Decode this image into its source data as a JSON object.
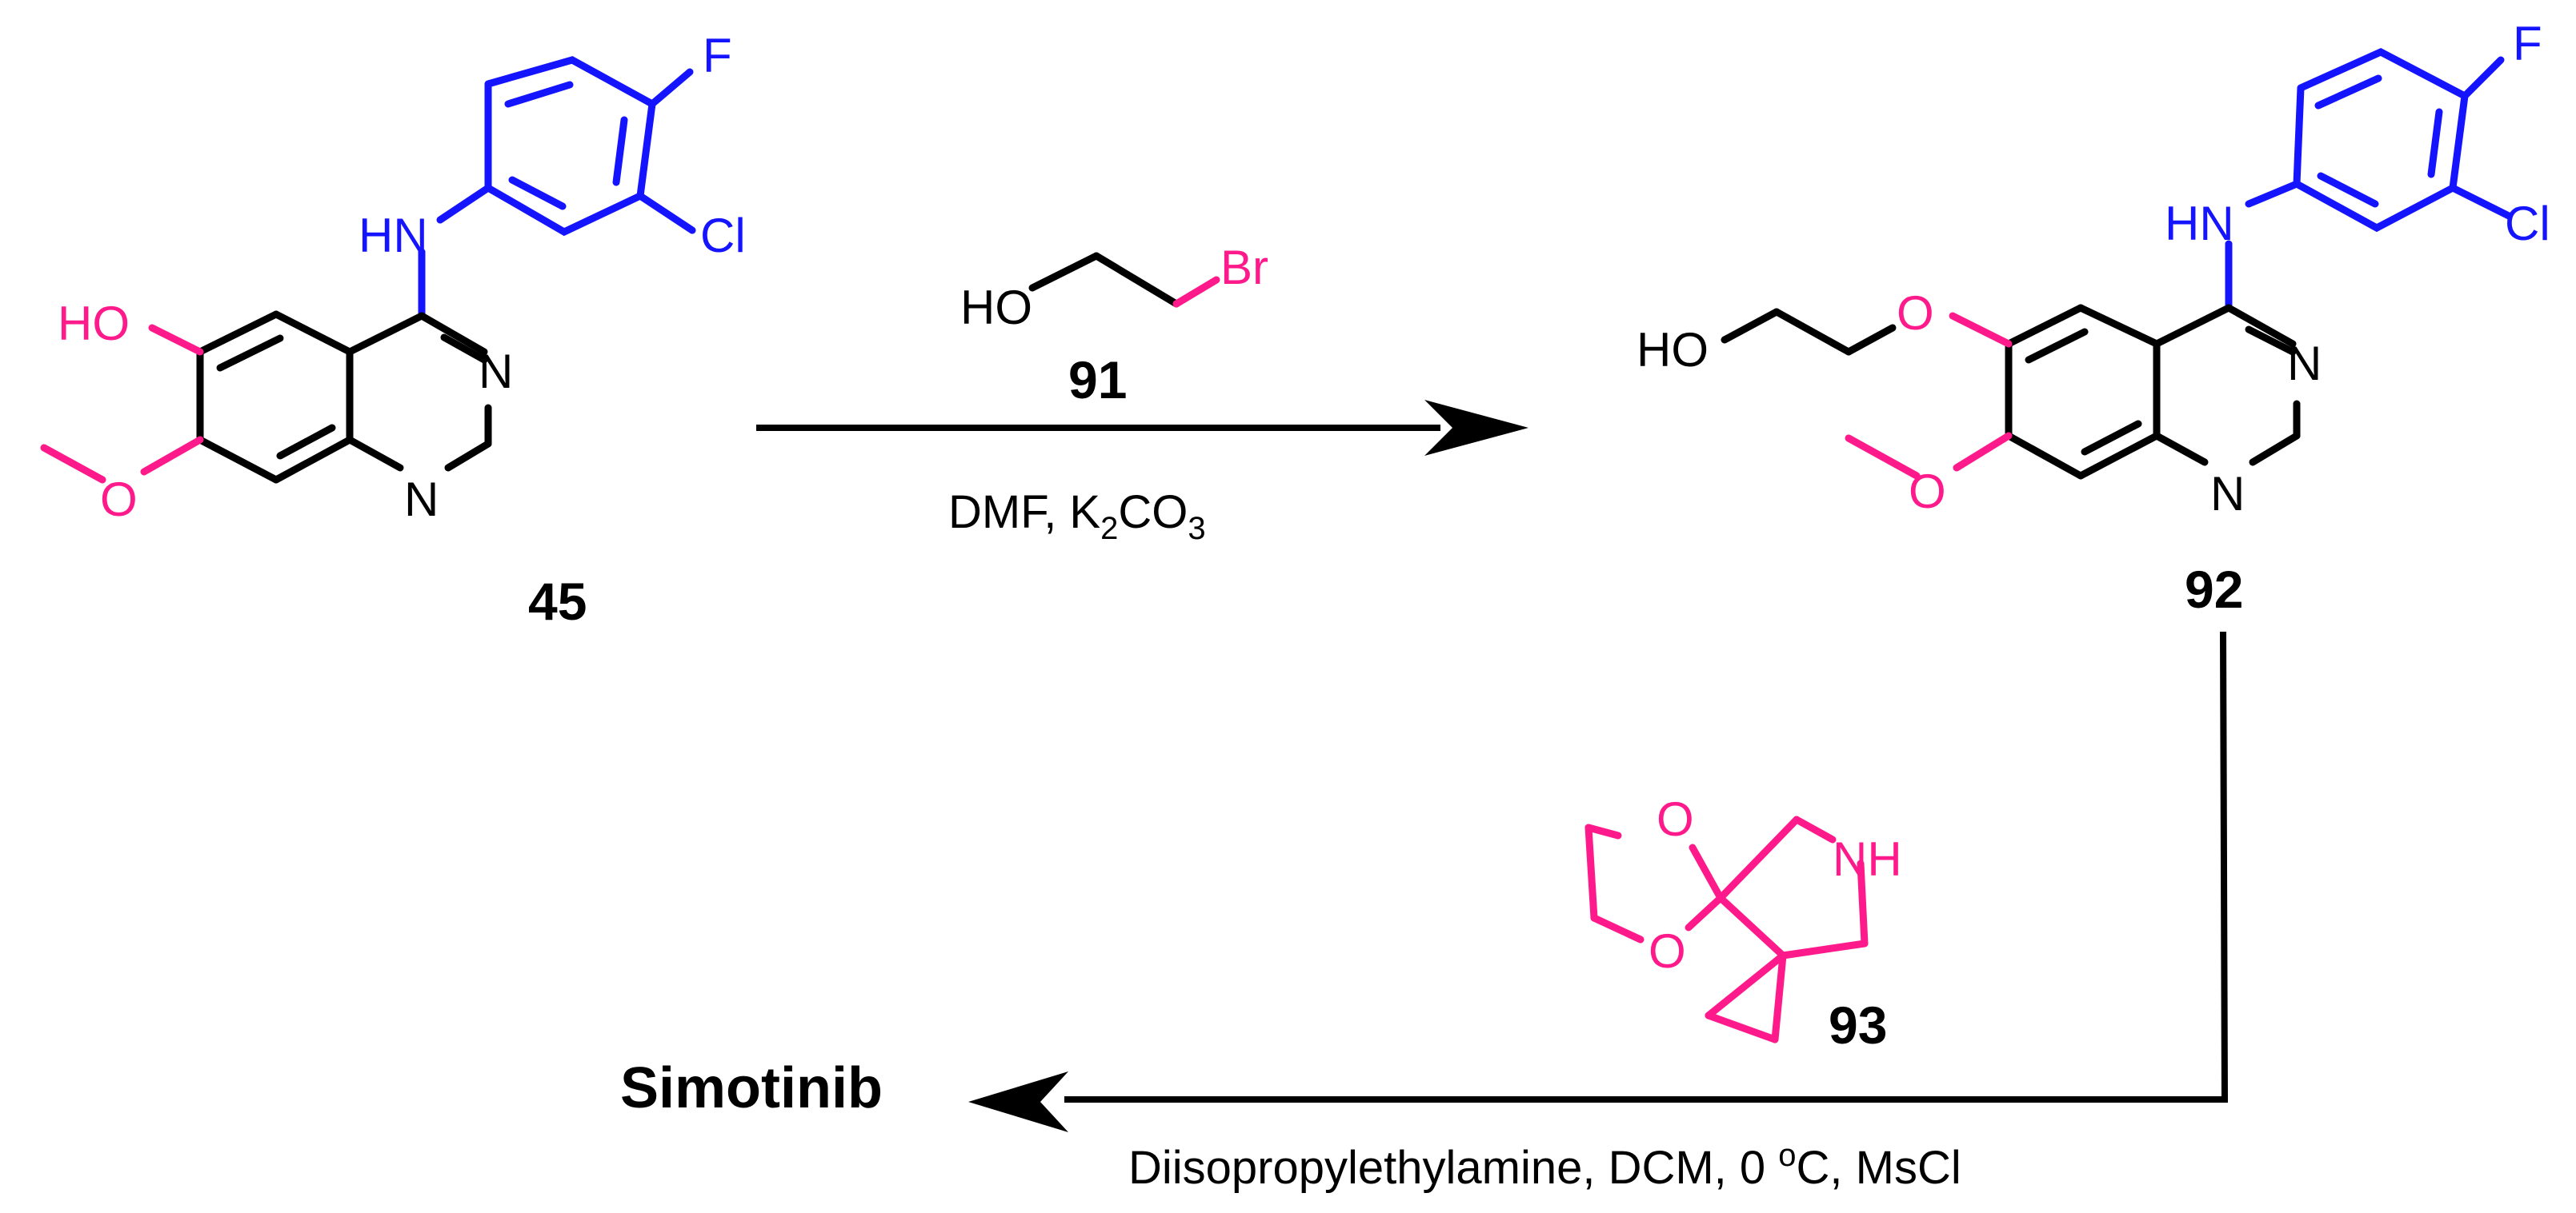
{
  "colors": {
    "bond": "#000000",
    "aryl_amine": "#1414ff",
    "hydroxy_methoxy": "#ff1a8c",
    "amine_reagent": "#ff1a8c"
  },
  "compounds": {
    "c45": {
      "id": "45"
    },
    "c91": {
      "id": "91"
    },
    "c92": {
      "id": "92"
    },
    "c93": {
      "id": "93"
    }
  },
  "atoms": {
    "F": "F",
    "Cl": "Cl",
    "HN": "HN",
    "N": "N",
    "HO": "HO",
    "O": "O",
    "Br": "Br",
    "NH": "NH"
  },
  "step1": {
    "conditions_prefix": "DMF, K",
    "sub1": "2",
    "mid": "CO",
    "sub2": "3"
  },
  "step2": {
    "conditions_prefix": "Diisopropylethylamine, DCM, 0 ",
    "degree": "o",
    "conditions_suffix": "C, MsCl"
  },
  "product": "Simotinib"
}
